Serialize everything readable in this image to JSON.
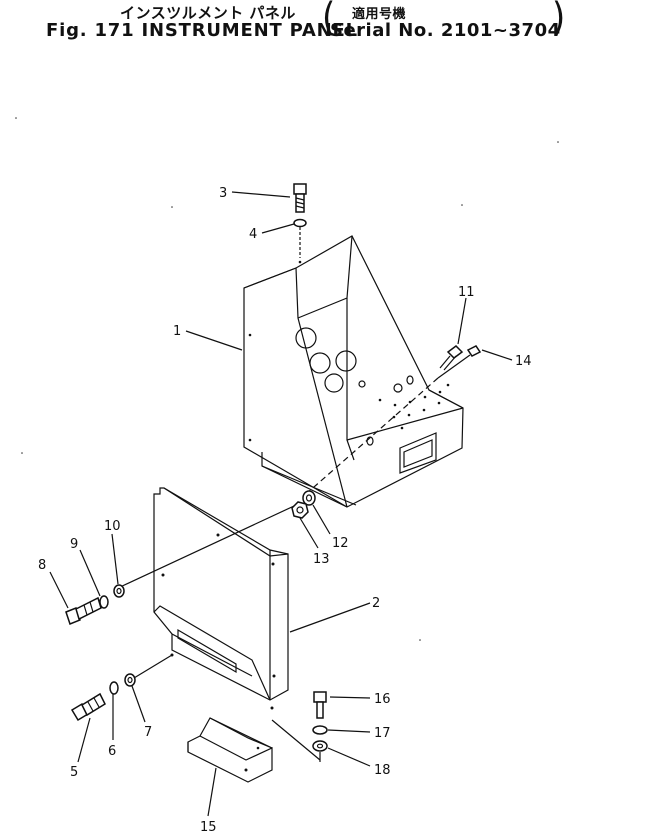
{
  "header": {
    "jp_title": "インスツルメント パネル",
    "jp_serial": "適用号機",
    "figure_title": "Fig. 171 INSTRUMENT PANEL",
    "serial_text": "Serial No. 2101~3704"
  },
  "parts": [
    "1",
    "2",
    "3",
    "4",
    "5",
    "6",
    "7",
    "8",
    "9",
    "10",
    "11",
    "12",
    "13",
    "14",
    "15",
    "16",
    "17",
    "18"
  ]
}
